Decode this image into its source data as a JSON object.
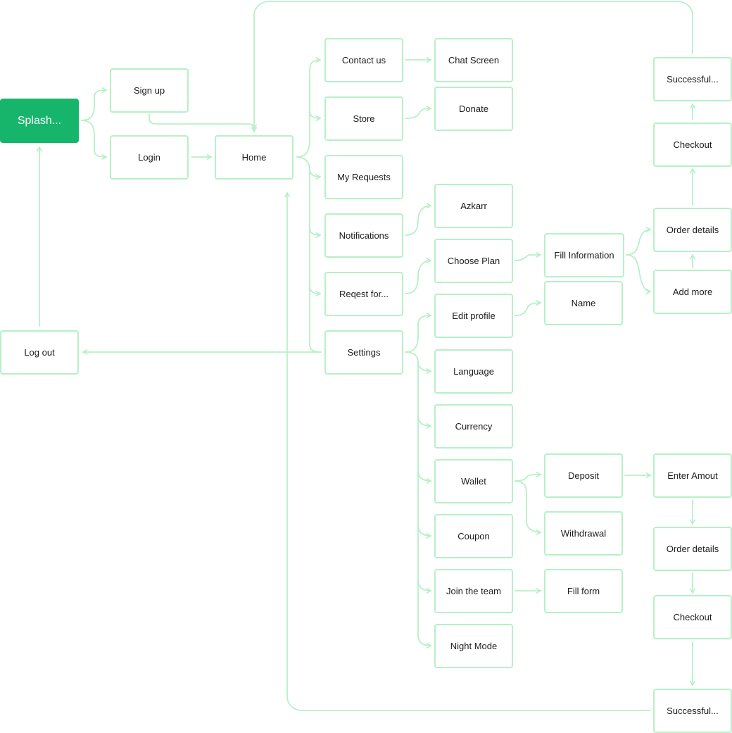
{
  "colors": {
    "edge": "#b6f0c8",
    "node_border": "#b6f0c8",
    "start_fill": "#17b56b",
    "text": "#1c1c1c"
  },
  "nodes": {
    "splash": "Splash...",
    "signup": "Sign up",
    "login": "Login",
    "home": "Home",
    "logout": "Log out",
    "contact": "Contact us",
    "store": "Store",
    "requests": "My Requests",
    "notifications": "Notifications",
    "reqest": "Reqest for...",
    "settings": "Settings",
    "chat": "Chat Screen",
    "donate": "Donate",
    "azkarr": "Azkarr",
    "choose_plan": "Choose Plan",
    "edit_profile": "Edit profile",
    "language": "Language",
    "currency": "Currency",
    "wallet": "Wallet",
    "coupon": "Coupon",
    "join_team": "Join the team",
    "night_mode": "Night Mode",
    "fill_info": "Fill Information",
    "name": "Name",
    "deposit": "Deposit",
    "withdrawal": "Withdrawal",
    "fill_form": "Fill form",
    "order_details_top": "Order details",
    "add_more": "Add more",
    "checkout_top": "Checkout",
    "successful_top": "Successful...",
    "enter_amount": "Enter Amout",
    "order_details_bottom": "Order details",
    "checkout_bottom": "Checkout",
    "successful_bottom": "Successful..."
  }
}
